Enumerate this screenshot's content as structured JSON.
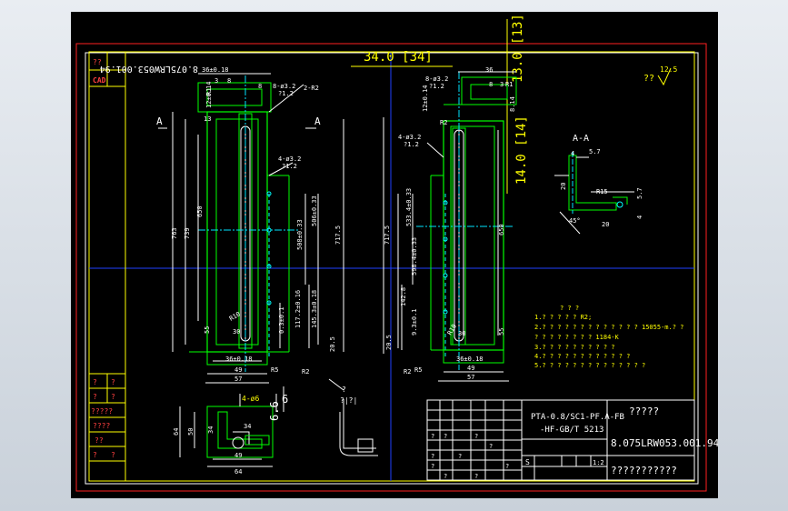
{
  "colors": {
    "background": "#000000",
    "outer_frame": "#ff2020",
    "inner_frame": "#ffffff",
    "yellow": "#ffff00",
    "green": "#00ff00",
    "cyan": "#00e5ff",
    "blue": "#2040ff",
    "red": "#ff3030",
    "magenta": "#ff40ff",
    "white": "#ffffff"
  },
  "sidebar": {
    "drawing_number": "8.075LRW053.001.94",
    "cad_label": "CAD",
    "qq_top": "??",
    "q_cells": [
      "?",
      "?",
      "?",
      "?",
      "?",
      "?"
    ],
    "q_long1": "?????",
    "q_long2": "????",
    "q_long3": "??"
  },
  "dims_top": {
    "d34": "34.0 [34]",
    "d13": "13.0 [13]",
    "d14": "14.0 [14]",
    "roughness": "??",
    "roughness_val": "12.5"
  },
  "left_view": {
    "section": "A",
    "d36": "36±0.18",
    "d3": "3",
    "d8": "8",
    "d8b": "8",
    "d12": "12±0.14",
    "r1": "R1",
    "hole1": "8-ø3.2",
    "hole1b": "?1.2",
    "r2": "2-R2",
    "d13": "13",
    "hole2": "4-ø3.2",
    "hole2b": "?1.2",
    "d763": "763",
    "d739": "739",
    "d650": "650",
    "d506": "506±0.33",
    "d717": "717.5",
    "d508": "508±0.33",
    "d1172": "117.2±0.16",
    "d1453": "145.3±0.18",
    "d03": "0.3±0.1",
    "r10": "R10",
    "d55": "55",
    "d30": "30",
    "d205": "20.5",
    "d36b": "36±0.18",
    "d49": "49",
    "d57": "57",
    "r5": "R5",
    "r2b": "R2"
  },
  "right_view": {
    "d36": "36",
    "d3": "3",
    "d8": "8",
    "r1": "R1",
    "d814": "8.14",
    "hole1": "8-ø3.2",
    "hole1b": "?1.2",
    "d12": "12±0.14",
    "r2": "R2",
    "hole2": "4-ø3.2",
    "hole2b": "?1.2",
    "d5334": "533.4±0.33",
    "d717": "717.5",
    "d650": "650",
    "d5984": "598.4±0.33",
    "d1428": "142.8",
    "d93": "9.3±0.1",
    "r10": "R10",
    "d205": "20.5",
    "d55": "55",
    "d30": "30",
    "r5": "R5",
    "d36b": "36±0.18",
    "d49": "49",
    "d57": "57"
  },
  "section_view": {
    "label": "A-A",
    "d4": "4",
    "d57": "5.7",
    "d20": "20",
    "r15": "R15",
    "a45": "45°",
    "d20b": "20",
    "d4b": "4",
    "d57b": "5.7"
  },
  "bottom_view": {
    "d4": "4-ø6",
    "d66": "6.6",
    "d6": "6",
    "d64": "64",
    "d50": "50",
    "d34": "34",
    "d34b": "34",
    "d49": "49",
    "d64b": "64",
    "arrow_label": "?",
    "arrow_label2": "?|?|"
  },
  "notes": {
    "title": "? ? ?",
    "lines": [
      "1.? ? ? ? ? R2;",
      "2.? ? ? ? ? ? ? ? ? ? ? ? ?   15055-m.? ?",
      "   ? ? ? ? ? ? ? ?   1184-K",
      "3.? ? ? ? ? ? ? ? ? ?",
      "4.? ? ? ? ? ? ? ? ? ? ? ?",
      "5.? ? ? ? ? ? ? ? ? ? ? ? ? ?"
    ]
  },
  "title_block": {
    "material1": "PTA-0.8/SC1-PF.A-FB",
    "material2": "-HF-GB/T 5213",
    "name": "?????",
    "drawing_no": "8.075LRW053.001.94",
    "company": "???????????",
    "scale_s": "S",
    "ratio": "1:2",
    "q": "?"
  }
}
